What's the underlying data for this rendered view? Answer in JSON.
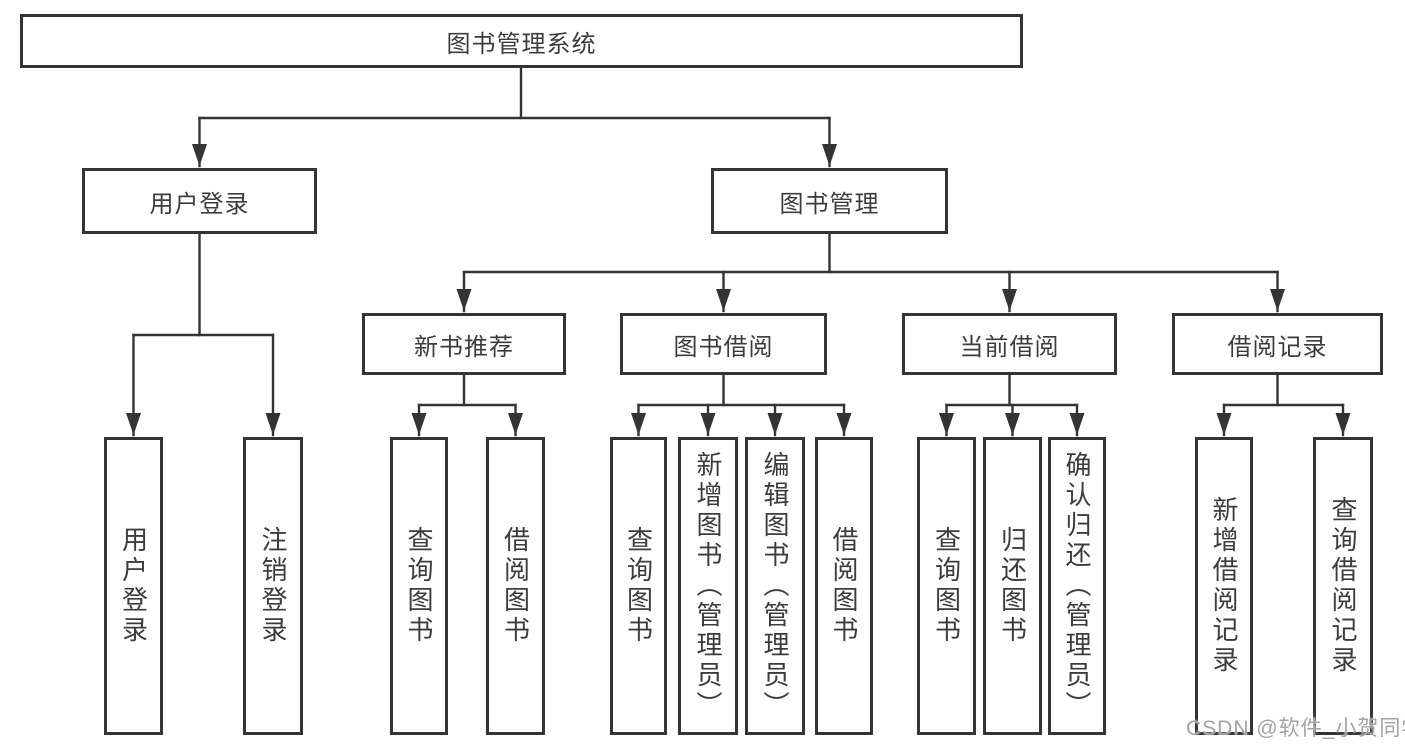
{
  "tree": {
    "label": "图书管理系统",
    "children": [
      {
        "label": "用户登录",
        "children": [
          {
            "label": "用户登录"
          },
          {
            "label": "注销登录"
          }
        ]
      },
      {
        "label": "图书管理",
        "children": [
          {
            "label": "新书推荐",
            "children": [
              {
                "label": "查询图书"
              },
              {
                "label": "借阅图书"
              }
            ]
          },
          {
            "label": "图书借阅",
            "children": [
              {
                "label": "查询图书"
              },
              {
                "label": "新增图书（管理员）"
              },
              {
                "label": "编辑图书（管理员）"
              },
              {
                "label": "借阅图书"
              }
            ]
          },
          {
            "label": "当前借阅",
            "children": [
              {
                "label": "查询图书"
              },
              {
                "label": "归还图书"
              },
              {
                "label": "确认归还（管理员）"
              }
            ]
          },
          {
            "label": "借阅记录",
            "children": [
              {
                "label": "新增借阅记录"
              },
              {
                "label": "查询借阅记录"
              }
            ]
          }
        ]
      }
    ]
  },
  "watermark": {
    "text": "CSDN @软件_小贺同学"
  },
  "colors": {
    "line": "#343434",
    "text": "#3c3c3c",
    "background": "#ffffff",
    "watermark": "#a3a3a6"
  }
}
